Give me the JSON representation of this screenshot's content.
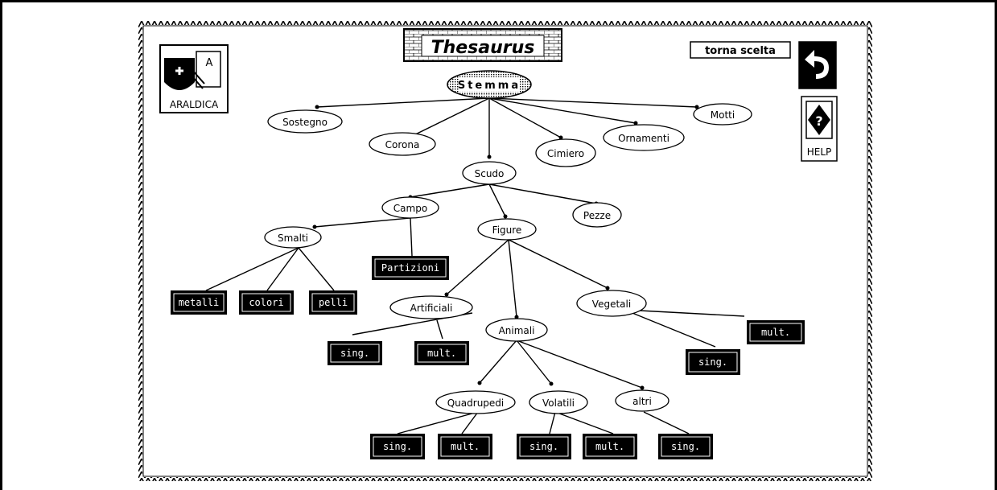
{
  "title": "Thesaurus",
  "top_button": "torna scelta",
  "logo_label": "ARALDICA",
  "help_label": "HELP",
  "nodes": {
    "stemma": "Stemma",
    "sostegno": "Sostegno",
    "corona": "Corona",
    "cimiero": "Cimiero",
    "ornamenti": "Ornamenti",
    "motti": "Motti",
    "scudo": "Scudo",
    "campo": "Campo",
    "pezze": "Pezze",
    "figure": "Figure",
    "smalti": "Smalti",
    "partizioni": "Partizioni",
    "metalli": "metalli",
    "colori": "colori",
    "pelli": "pelli",
    "artificiali": "Artificiali",
    "animali": "Animali",
    "vegetali": "Vegetali",
    "art_sing": "sing.",
    "art_mult": "mult.",
    "veg_sing": "sing.",
    "veg_mult": "mult.",
    "quadrupedi": "Quadrupedi",
    "volatili": "Volatili",
    "altri": "altri",
    "quad_sing": "sing.",
    "quad_mult": "mult.",
    "vol_sing": "sing.",
    "vol_mult": "mult.",
    "altri_sing": "sing."
  }
}
